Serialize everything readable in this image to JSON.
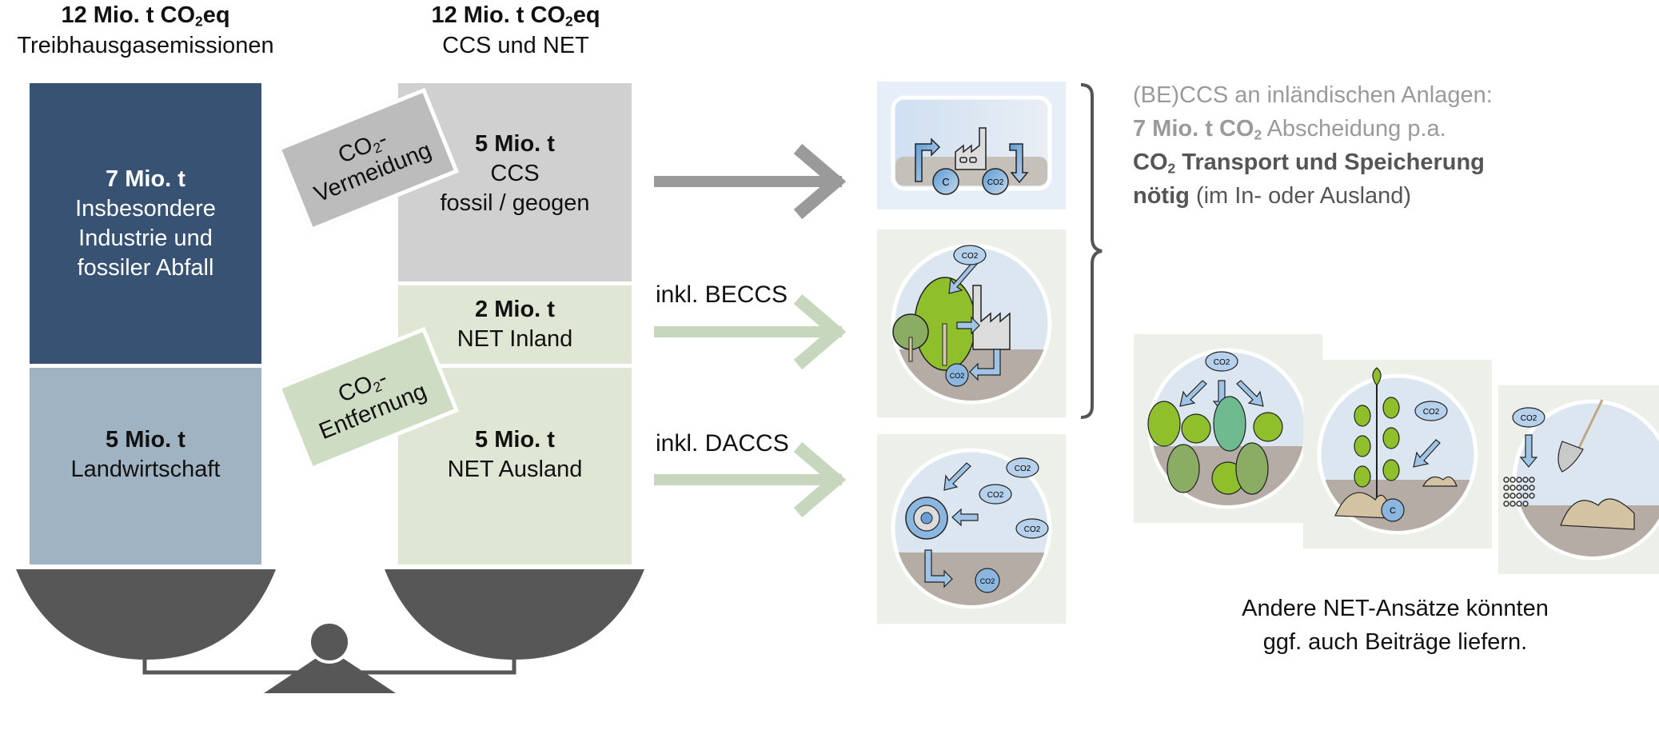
{
  "left_header": {
    "amount": "12 Mio. t CO",
    "sub": "2",
    "suffix": "eq",
    "label": "Treibhausgasemissionen"
  },
  "right_header": {
    "amount": "12 Mio. t CO",
    "sub": "2",
    "suffix": "eq",
    "label": "CCS und NET"
  },
  "left_column": [
    {
      "value": "7 Mio. t",
      "lines": [
        "Insbesondere",
        "Industrie und",
        "fossiler Abfall"
      ],
      "color": "#385273"
    },
    {
      "value": "5 Mio. t",
      "lines": [
        "Landwirtschaft"
      ],
      "color": "#9fb3c2"
    }
  ],
  "right_column": [
    {
      "value": "5 Mio. t",
      "lines": [
        "CCS",
        "fossil / geogen"
      ],
      "color": "#d0d0d0"
    },
    {
      "value": "2 Mio. t",
      "lines": [
        "NET Inland"
      ],
      "color": "#dfe6d4"
    },
    {
      "value": "5 Mio. t",
      "lines": [
        "NET Ausland"
      ],
      "color": "#dfe6d4"
    }
  ],
  "tags": {
    "avoidance": {
      "line1": "CO",
      "sub": "2",
      "dash": "-",
      "line2": "Vermeidung",
      "color": "#bdbcbc"
    },
    "removal": {
      "line1": "CO",
      "sub": "2",
      "dash": "-",
      "line2": "Entfernung",
      "color": "#cddcc3"
    }
  },
  "arrows": [
    {
      "label": "",
      "color": "#9a9a9a",
      "target": "ccs-panel"
    },
    {
      "label": "inkl. BECCS",
      "color": "#c6d7bd",
      "target": "beccs-panel"
    },
    {
      "label": "inkl. DACCS",
      "color": "#c6d7bd",
      "target": "daccs-panel"
    }
  ],
  "icons": {
    "ccs": "factory-co2-storage-icon",
    "beccs": "bioenergy-factory-icon",
    "daccs": "direct-air-capture-icon",
    "afforestation": "forest-icon",
    "biochar": "plant-carbon-icon",
    "weathering": "shovel-soil-icon",
    "co2_label": "CO2",
    "c_label": "C"
  },
  "note": {
    "line1": "(BE)CCS an inländischen Anlagen:",
    "line2_bold": "7 Mio. t CO",
    "line2_sub": "2",
    "line2_rest": " Abscheidung p.a.",
    "line3_bold": "CO",
    "line3_sub": "2",
    "line3_rest": " Transport und Speicherung",
    "line4_bold": "nötig",
    "line4_rest": " (im In- oder Ausland)"
  },
  "footer": {
    "line1": "Andere NET-Ansätze könnten",
    "line2": "ggf. auch Beiträge liefern."
  },
  "colors": {
    "scale": "#585757",
    "dark_blue": "#385273",
    "light_blue": "#9fb3c2",
    "gray": "#d0d0d0",
    "light_green": "#dfe6d4"
  }
}
